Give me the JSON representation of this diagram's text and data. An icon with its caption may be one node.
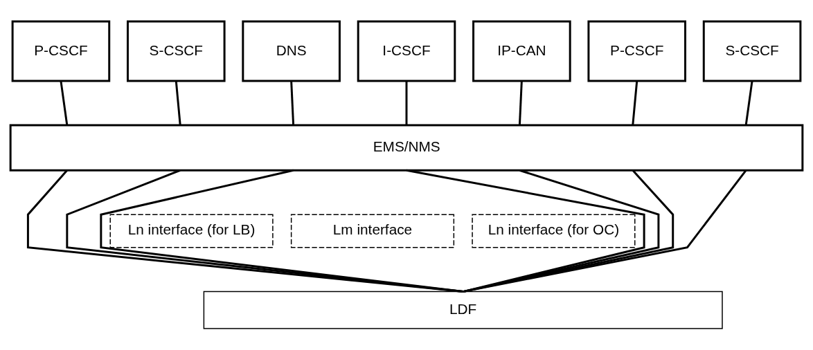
{
  "diagram": {
    "nodes": [
      {
        "text": [
          "P-CSCF"
        ]
      },
      {
        "text": [
          "S-CSCF"
        ]
      },
      {
        "text": [
          "DNS"
        ]
      },
      {
        "text": [
          "I-CSCF"
        ]
      },
      {
        "text": [
          "IP-CAN"
        ]
      },
      {
        "text": [
          "P-CSCF"
        ]
      },
      {
        "text": [
          "S-CSCF"
        ]
      },
      {
        "text": [
          "EMS/NMS"
        ]
      },
      {
        "text": [
          "Ln interface (for LB)"
        ]
      },
      {
        "text": [
          "Lm interface"
        ]
      },
      {
        "text": [
          "Ln interface (for OC)"
        ]
      },
      {
        "text": [
          "LDF"
        ]
      }
    ],
    "edges": [
      {
        "from": 0,
        "to": 7,
        "arrow": "none"
      },
      {
        "from": 1,
        "to": 7,
        "arrow": "none"
      },
      {
        "from": 2,
        "to": 7,
        "arrow": "none"
      },
      {
        "from": 3,
        "to": 7,
        "arrow": "none"
      },
      {
        "from": 4,
        "to": 7,
        "arrow": "none"
      },
      {
        "from": 5,
        "to": 7,
        "arrow": "none"
      },
      {
        "from": 6,
        "to": 7,
        "arrow": "none"
      },
      {
        "from": 7,
        "to": 11,
        "arrow": "none"
      },
      {
        "from": 7,
        "to": 11,
        "arrow": "none"
      },
      {
        "from": 7,
        "to": 11,
        "arrow": "none"
      },
      {
        "from": 7,
        "to": 11,
        "arrow": "none"
      },
      {
        "from": 7,
        "to": 11,
        "arrow": "none"
      },
      {
        "from": 7,
        "to": 11,
        "arrow": "none"
      },
      {
        "from": 7,
        "to": 11,
        "arrow": "none"
      }
    ]
  }
}
